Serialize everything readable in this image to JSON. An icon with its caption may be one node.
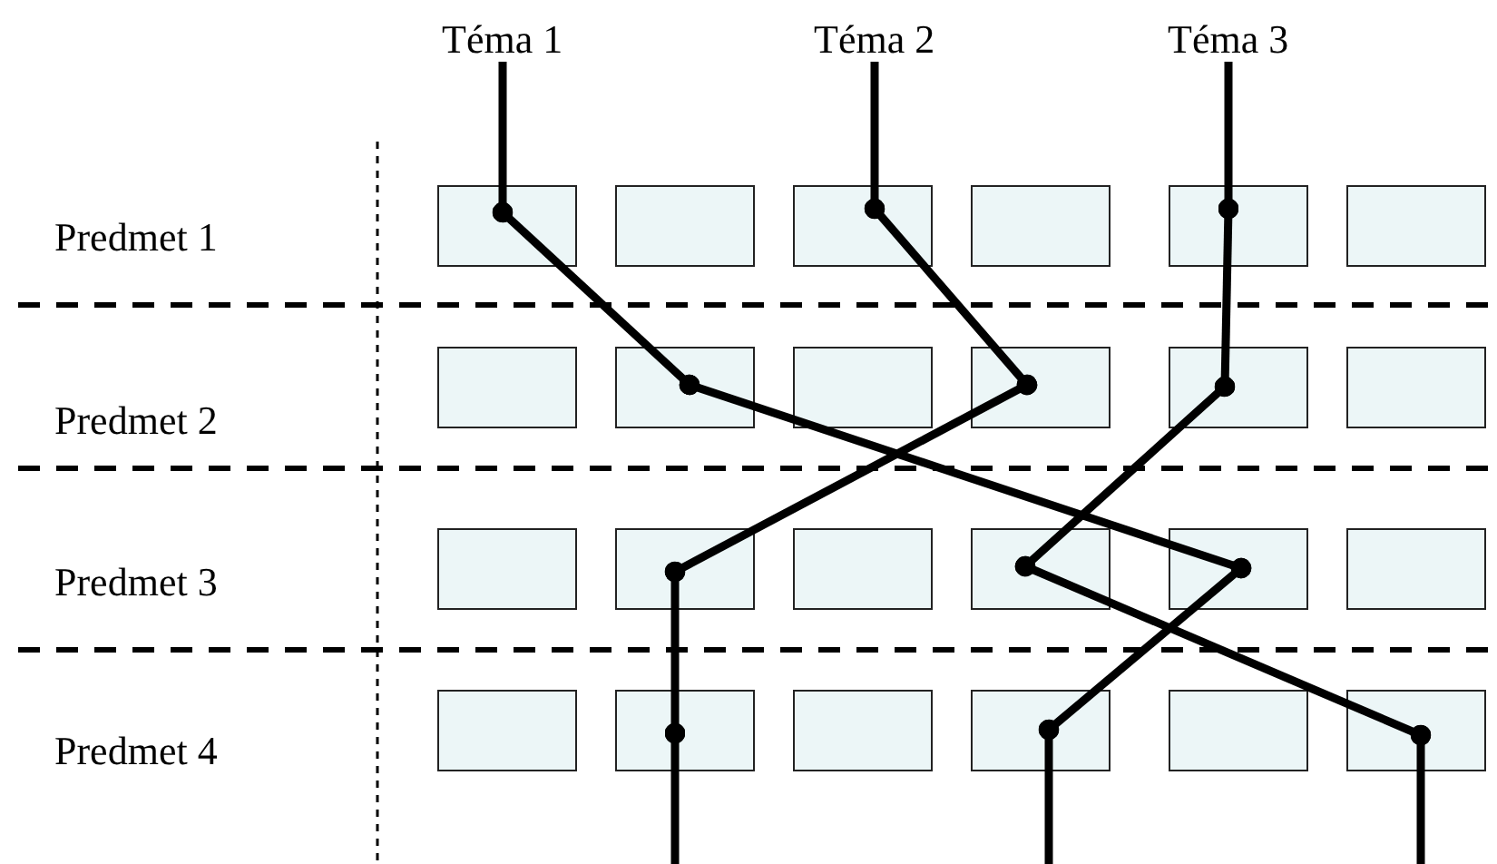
{
  "diagram": {
    "nodes": [
      {
        "text": [
          "Téma 1"
        ]
      },
      {
        "text": [
          "Téma 2"
        ]
      },
      {
        "text": [
          "Téma 3"
        ]
      },
      {
        "text": [],
        "shape": "box"
      },
      {
        "text": [],
        "shape": "box"
      },
      {
        "text": [],
        "shape": "box"
      },
      {
        "text": [],
        "shape": "box"
      },
      {
        "text": [],
        "shape": "box"
      },
      {
        "text": [],
        "shape": "box"
      },
      {
        "text": [],
        "shape": "box"
      },
      {
        "text": [],
        "shape": "box"
      },
      {
        "text": [],
        "shape": "box"
      },
      {
        "text": [],
        "shape": "box"
      },
      {
        "text": [],
        "shape": "box"
      },
      {
        "text": [],
        "shape": "box"
      },
      {
        "text": [],
        "shape": "box"
      },
      {
        "text": [],
        "shape": "box"
      },
      {
        "text": [],
        "shape": "box"
      },
      {
        "text": [],
        "shape": "box"
      },
      {
        "text": [],
        "shape": "box"
      },
      {
        "text": [],
        "shape": "box"
      },
      {
        "text": [],
        "shape": "box"
      },
      {
        "text": [],
        "shape": "box"
      },
      {
        "text": [],
        "shape": "box"
      },
      {
        "text": [],
        "shape": "box"
      },
      {
        "text": [],
        "shape": "box"
      },
      {
        "text": [],
        "shape": "box"
      }
    ],
    "edges": [
      {
        "from": 0,
        "to": 3,
        "arrow": "other"
      },
      {
        "from": 3,
        "to": 10,
        "arrow": "other"
      },
      {
        "from": 10,
        "to": 19,
        "arrow": "other"
      },
      {
        "from": 19,
        "to": 24,
        "arrow": "other"
      },
      {
        "from": 24,
        "to": null,
        "arrow": "other"
      },
      {
        "from": 1,
        "to": 5,
        "arrow": "other"
      },
      {
        "from": 5,
        "to": 12,
        "arrow": "other"
      },
      {
        "from": 12,
        "to": 16,
        "arrow": "other"
      },
      {
        "from": 16,
        "to": 22,
        "arrow": "other"
      },
      {
        "from": 22,
        "to": null,
        "arrow": "other"
      },
      {
        "from": 2,
        "to": 7,
        "arrow": "other"
      },
      {
        "from": 7,
        "to": 13,
        "arrow": "other"
      },
      {
        "from": 13,
        "to": 18,
        "arrow": "other"
      },
      {
        "from": 18,
        "to": 26,
        "arrow": "other"
      },
      {
        "from": 26,
        "to": null,
        "arrow": "other"
      }
    ],
    "labels": [
      "Predmet 1",
      "Predmet 2",
      "Predmet 3",
      "Predmet 4"
    ]
  }
}
